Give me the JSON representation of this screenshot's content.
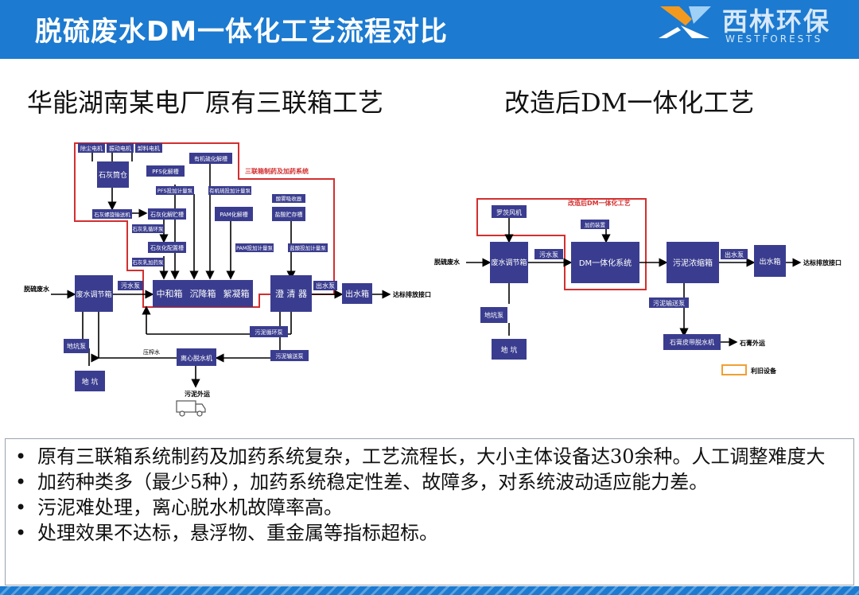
{
  "header": {
    "title": "脱硫废水DM一体化工艺流程对比",
    "logo_cn": "西林环保",
    "logo_en": "WESTFORESTS",
    "bg_color": "#1c7ad0"
  },
  "left": {
    "subtitle": "华能湖南某电厂原有三联箱工艺",
    "red_label": "三联箱制药及加药系统",
    "boxes": {
      "dust": "除尘电机",
      "vib": "振动电机",
      "unload": "卸料电机",
      "lime_bin": "石灰筒仓",
      "screw": "石灰螺旋输送机",
      "dissolve": "石灰化解贮槽",
      "milk_pump": "石灰乳循环泵",
      "prep": "石灰化配置槽",
      "dose_pump": "石灰乳加药泵",
      "pfs_tank": "PFS化解槽",
      "pfs_pump": "PFS投加计量泵",
      "org_tank": "有机硫化解槽",
      "org_pump": "有机硫投加计量泵",
      "pam_tank": "PAM化解槽",
      "pam_pump": "PAM投加计量泵",
      "acid_unload": "酸雾吸收器",
      "acid_tank": "盐酸贮存槽",
      "acid_pump": "盐酸投加计量泵",
      "adjust": "废水调节箱",
      "neutral": "中和箱",
      "settle": "沉降箱",
      "floc": "絮凝箱",
      "clarifier": "澄 清 器",
      "out_tank": "出水箱",
      "pit_pump": "地坑泵",
      "pit": "地 坑",
      "centrifuge": "离心脱水机",
      "sludge_circ": "污泥循环泵",
      "sludge_pump": "污泥输送泵"
    },
    "labels": {
      "inlet": "脱硫废水",
      "waste_pump": "污水泵",
      "outlet_pump": "出水泵",
      "discharge": "达标排放接口",
      "press_water": "压榨水",
      "sludge_out": "污泥外运"
    }
  },
  "right": {
    "subtitle": "改造后DM一体化工艺",
    "red_label": "改造后DM一体化工艺",
    "boxes": {
      "roots": "罗茨风机",
      "adjust": "废水调节箱",
      "dose_dev": "加药装置",
      "dm": "DM一体化系统",
      "thicken": "污泥浓缩箱",
      "out_tank": "出水箱",
      "pit_pump": "地坑泵",
      "pit": "地 坑",
      "belt": "石膏皮带脱水机"
    },
    "labels": {
      "inlet": "脱硫废水",
      "waste_pump": "污水泵",
      "outlet_pump": "出水泵",
      "discharge": "达标排放接口",
      "sludge_pump": "污泥输送泵",
      "gypsum_out": "石膏外运",
      "legend": "利旧设备"
    }
  },
  "bullets": [
    "原有三联箱系统制药及加药系统复杂，工艺流程长，大小主体设备达30余种。人工调整难度大",
    "加药种类多（最少5种），加药系统稳定性差、故障多，对系统波动适应能力差。",
    "污泥难处理，离心脱水机故障率高。",
    "处理效果不达标，悬浮物、重金属等指标超标。"
  ],
  "colors": {
    "box_fill": "#3a3d8f",
    "box_text": "#ffffff",
    "red_border": "#d32f2f",
    "legend_border": "#f0a030"
  },
  "icons": [
    "logo-x-icon",
    "truck-icon"
  ]
}
